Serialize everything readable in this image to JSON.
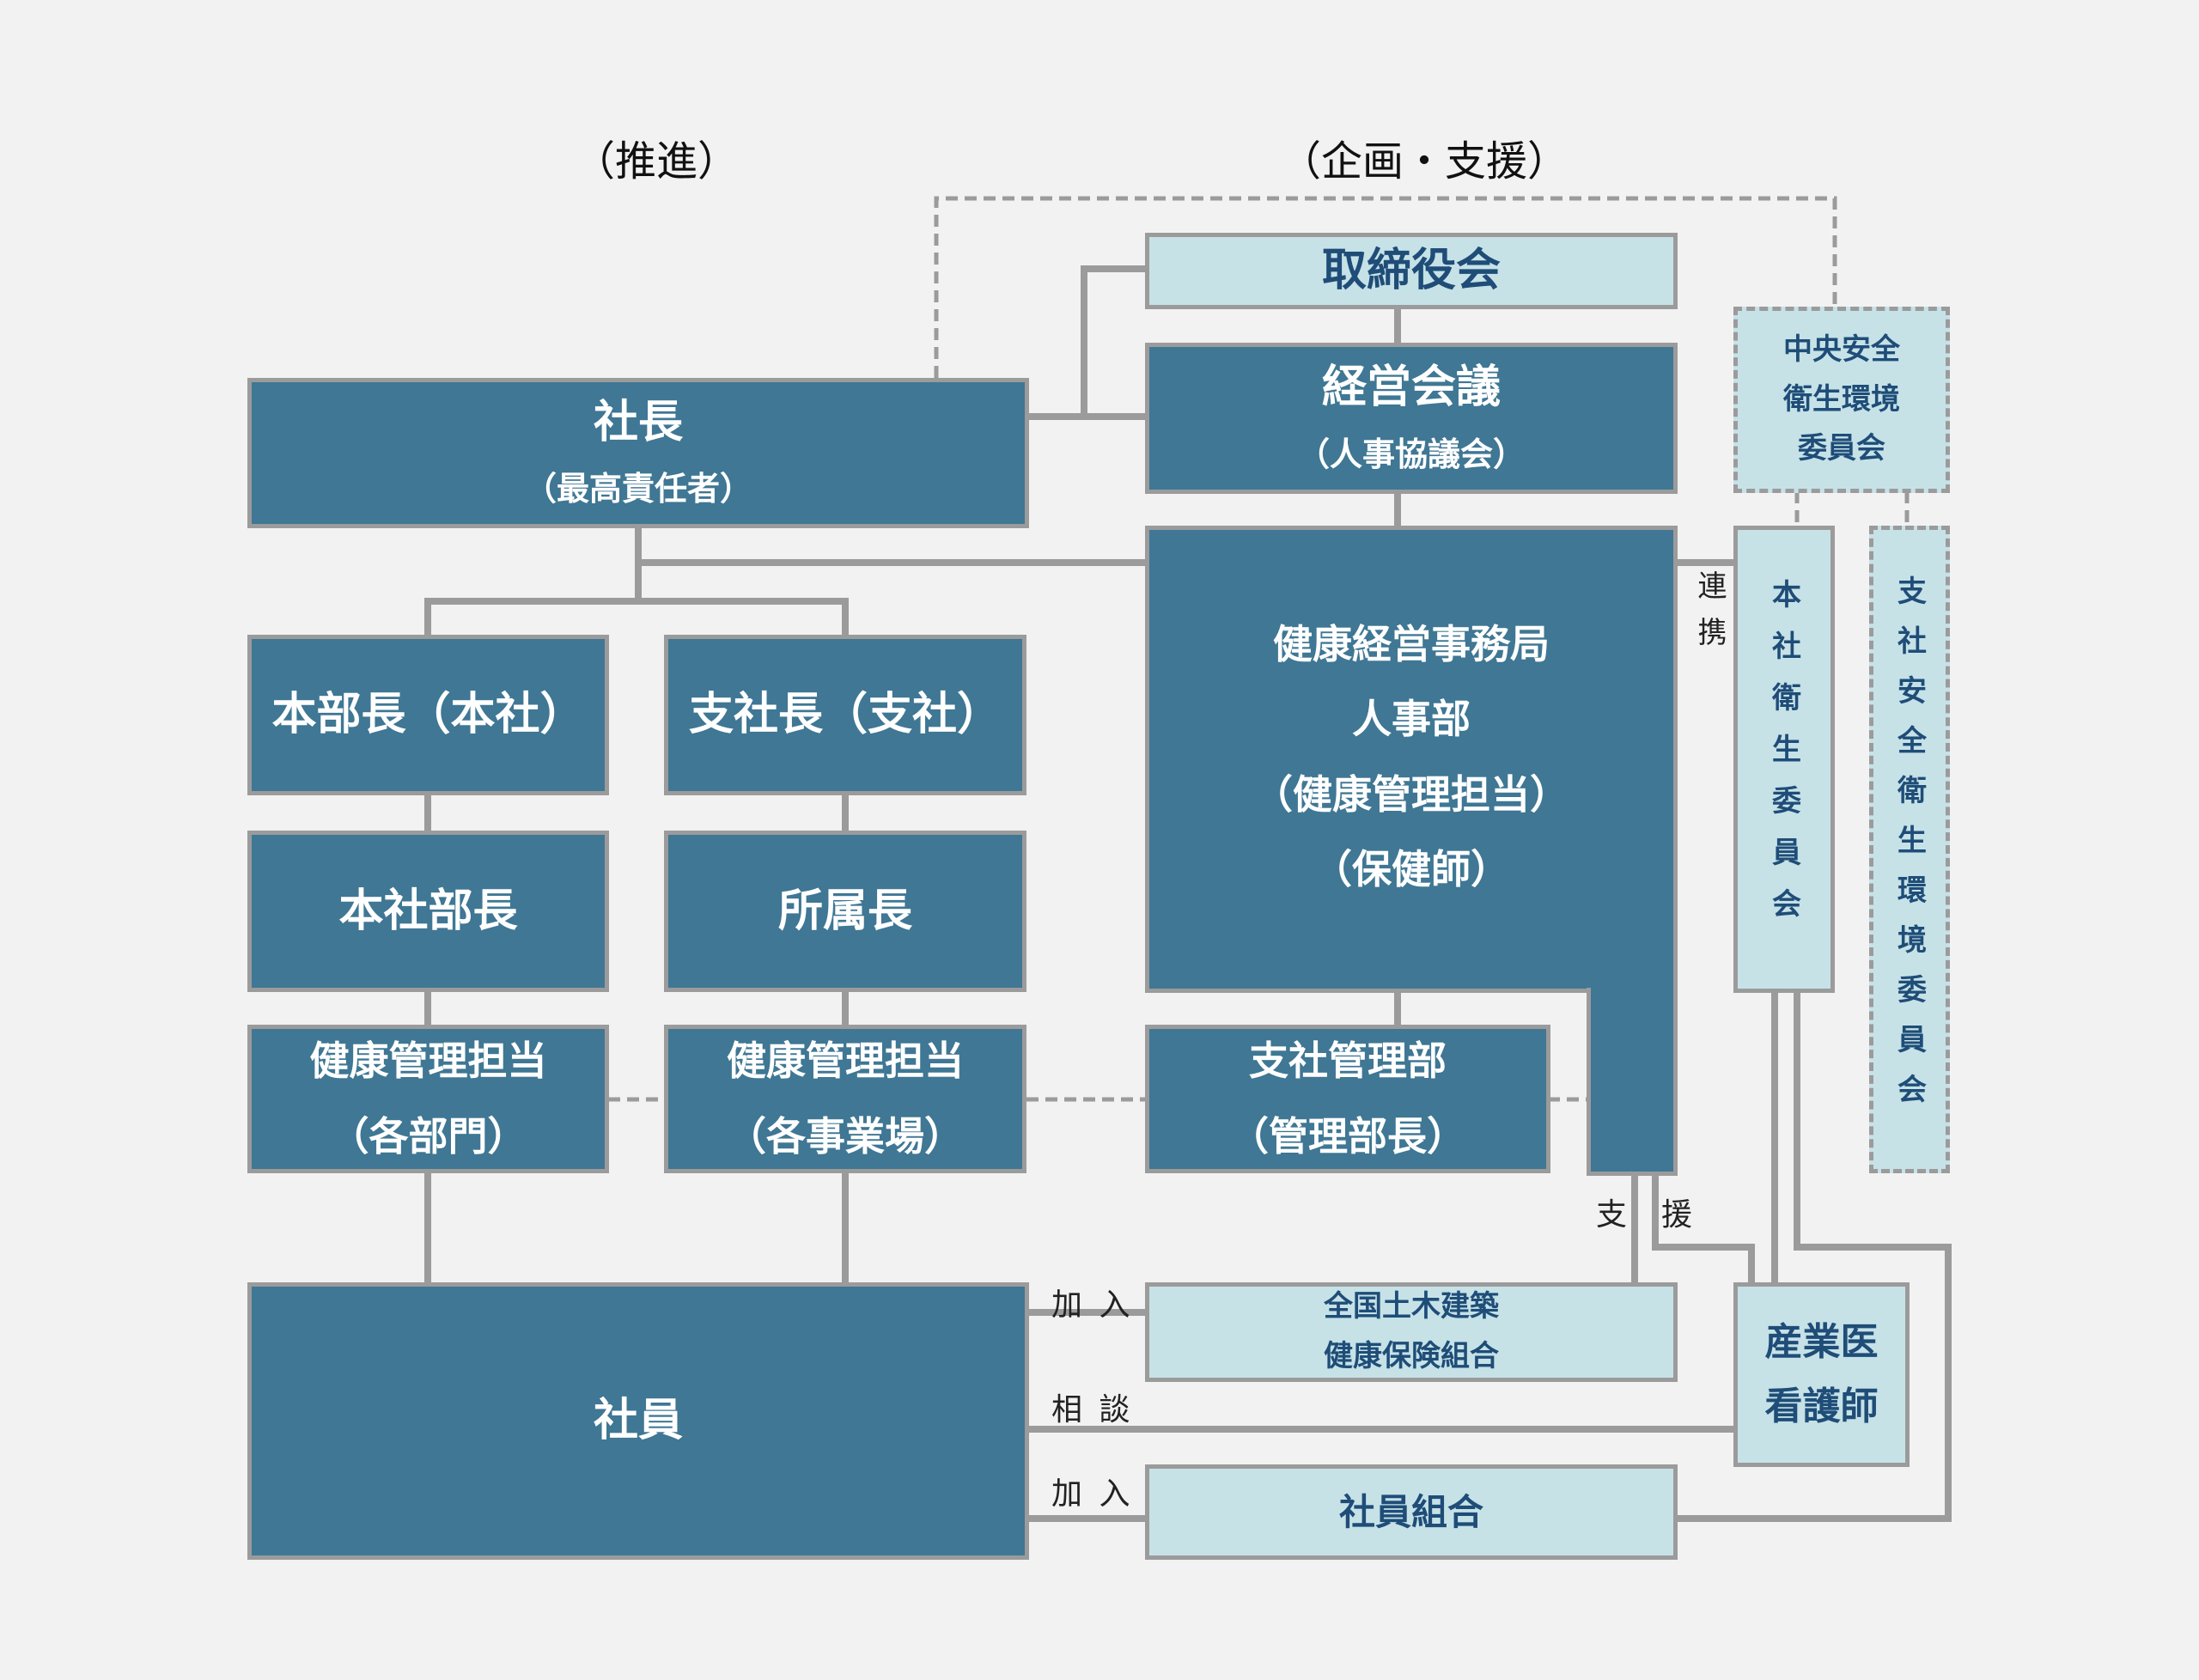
{
  "headings": {
    "left": "（推進）",
    "right": "（企画・支援）"
  },
  "nodes": {
    "president": {
      "title": "社長",
      "subtitle": "（最高責任者）"
    },
    "board": {
      "title": "取締役会"
    },
    "management_meeting": {
      "title": "経営会議",
      "subtitle": "（人事協議会）"
    },
    "central_committee": {
      "line1": "中央安全",
      "line2": "衛生環境",
      "line3": "委員会"
    },
    "hq_division_head": {
      "title": "本部長（本社）"
    },
    "branch_head": {
      "title": "支社長（支社）"
    },
    "health_office": {
      "line1": "健康経営事務局",
      "line2": "人事部",
      "line3": "（健康管理担当）",
      "line4": "（保健師）"
    },
    "hq_committee": {
      "title": "本社衛生委員会"
    },
    "branch_committee": {
      "title": "支社安全衛生環境委員会"
    },
    "hq_dept_head": {
      "title": "本社部長"
    },
    "affiliation_head": {
      "title": "所属長"
    },
    "health_mgr_dept": {
      "title": "健康管理担当",
      "subtitle": "（各部門）"
    },
    "health_mgr_site": {
      "title": "健康管理担当",
      "subtitle": "（各事業場）"
    },
    "branch_admin": {
      "title": "支社管理部",
      "subtitle": "（管理部長）"
    },
    "employees": {
      "title": "社員"
    },
    "health_insurance": {
      "line1": "全国土木建築",
      "line2": "健康保険組合"
    },
    "doctor_nurse": {
      "line1": "産業医",
      "line2": "看護師"
    },
    "union": {
      "title": "社員組合"
    }
  },
  "edge_labels": {
    "cooperation": "連携",
    "support_1": "支",
    "support_2": "援",
    "join_1": "加 入",
    "consult": "相 談",
    "join_2": "加 入"
  },
  "colors": {
    "dark_box": "#3f7794",
    "light_box": "#c6e2e7",
    "light_text": "#1f4d78",
    "connector": "#9b9b9c",
    "background": "#f3f2f3"
  }
}
